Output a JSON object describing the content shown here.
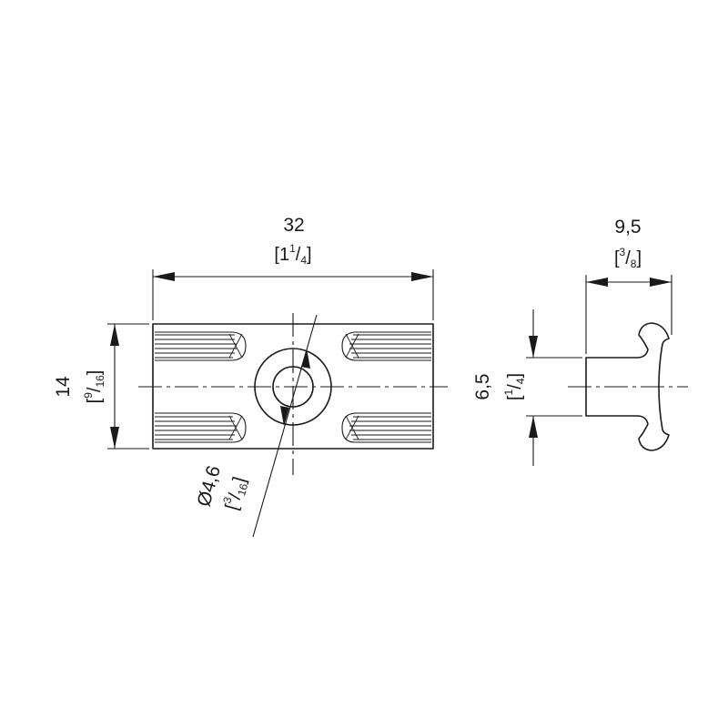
{
  "drawing": {
    "dimensions": {
      "length": {
        "metric": "32",
        "imperial_open": "[1",
        "imperial_num": "1",
        "imperial_slash": "/",
        "imperial_den": "4",
        "imperial_close": "]"
      },
      "height": {
        "metric": "14",
        "imperial_open": "[",
        "imperial_num": "9",
        "imperial_slash": "/",
        "imperial_den": "16",
        "imperial_close": "]"
      },
      "hole_diameter": {
        "metric": "Ø4,6",
        "imperial_open": "[",
        "imperial_num": "3",
        "imperial_slash": "/",
        "imperial_den": "16",
        "imperial_close": "]"
      },
      "width": {
        "metric": "9,5",
        "imperial_open": "[",
        "imperial_num": "3",
        "imperial_slash": "/",
        "imperial_den": "8",
        "imperial_close": "]"
      },
      "thickness": {
        "metric": "6,5",
        "imperial_open": "[",
        "imperial_num": "1",
        "imperial_slash": "/",
        "imperial_den": "4",
        "imperial_close": "]"
      }
    }
  }
}
